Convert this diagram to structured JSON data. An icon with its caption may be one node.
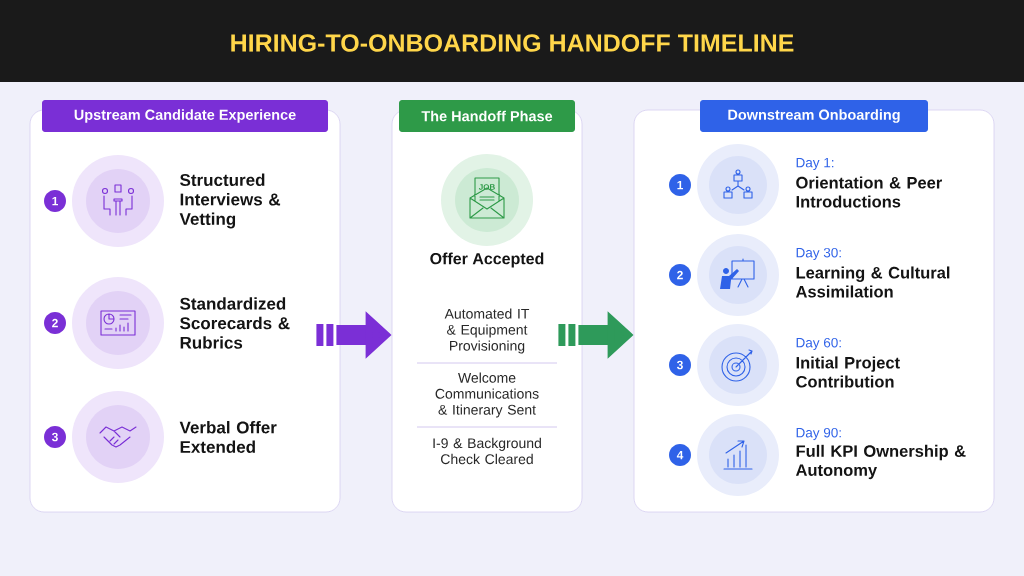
{
  "diagram": {
    "title": "HIRING-TO-ONBOARDING HANDOFF TIMELINE",
    "nodes": [
      {
        "text": [
          "Upstream Candidate Experience"
        ]
      },
      {
        "text": [],
        "shape": "circle",
        "in": 0,
        "beside": [
          "1",
          "Structured Interviews & Vetting"
        ]
      },
      {
        "text": [],
        "shape": "circle",
        "in": 0,
        "beside": [
          "2",
          "Standardized Scorecards & Rubrics"
        ]
      },
      {
        "text": [],
        "shape": "circle",
        "in": 0,
        "beside": [
          "3",
          "Verbal Offer Extended"
        ]
      },
      {
        "text": [
          "The Handoff Phase"
        ]
      },
      {
        "text": [],
        "shape": "circle",
        "in": 4,
        "beside": [
          "Offer Accepted"
        ]
      },
      {
        "text": [
          "Downstream Onboarding"
        ]
      },
      {
        "text": [],
        "shape": "circle",
        "in": 6,
        "beside": [
          "1",
          "Day 1:",
          "Orientation & Peer Introductions"
        ]
      },
      {
        "text": [],
        "shape": "circle",
        "in": 6,
        "beside": [
          "2",
          "Day 30:",
          "Learning & Cultural Assimilation"
        ]
      },
      {
        "text": [],
        "shape": "circle",
        "in": 6,
        "beside": [
          "3",
          "Day 60:",
          "Initial Project Contribution"
        ]
      },
      {
        "text": [],
        "shape": "circle",
        "in": 6,
        "beside": [
          "4",
          "Day 90:",
          "Full KPI Ownership & Autonomy"
        ]
      }
    ],
    "edges": [
      {
        "from": 0,
        "to": 4,
        "arrow": "to",
        "color": "#7b2fd6"
      },
      {
        "from": 4,
        "to": 6,
        "arrow": "to",
        "color": "#2e9a5a"
      }
    ],
    "labels": [
      "JOB",
      "Automated IT & Equipment Provisioning",
      "Welcome Communications & Itinerary Sent",
      "I-9 & Background Check Cleared"
    ]
  }
}
